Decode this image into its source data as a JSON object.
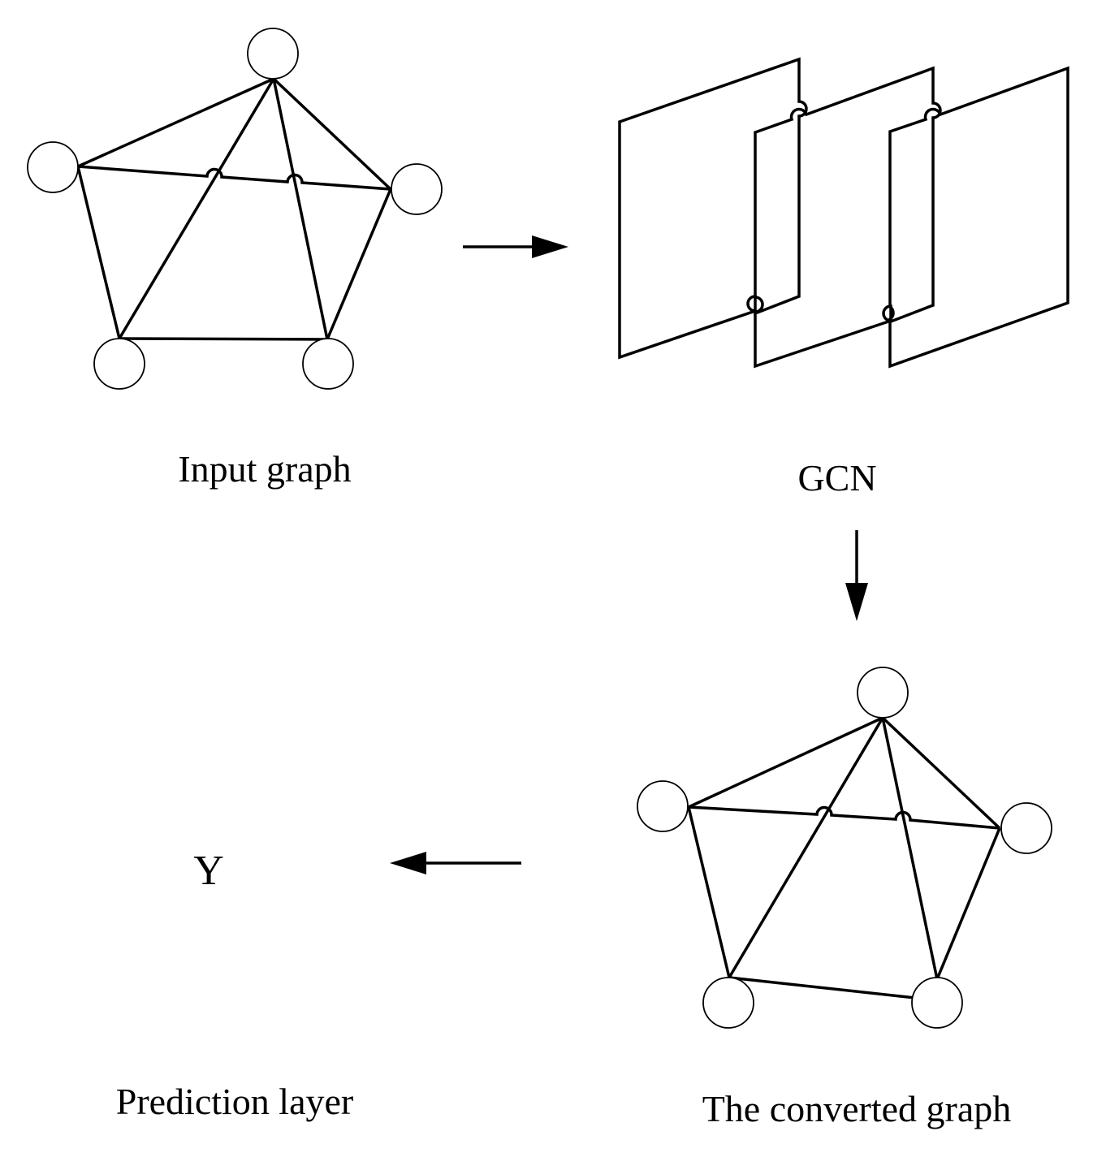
{
  "labels": {
    "input_graph": "Input graph",
    "gcn": "GCN",
    "converted_graph": "The converted graph",
    "prediction_layer": "Prediction layer",
    "output": "Y"
  },
  "colors": {
    "stroke": "#000000",
    "background": "#ffffff"
  }
}
